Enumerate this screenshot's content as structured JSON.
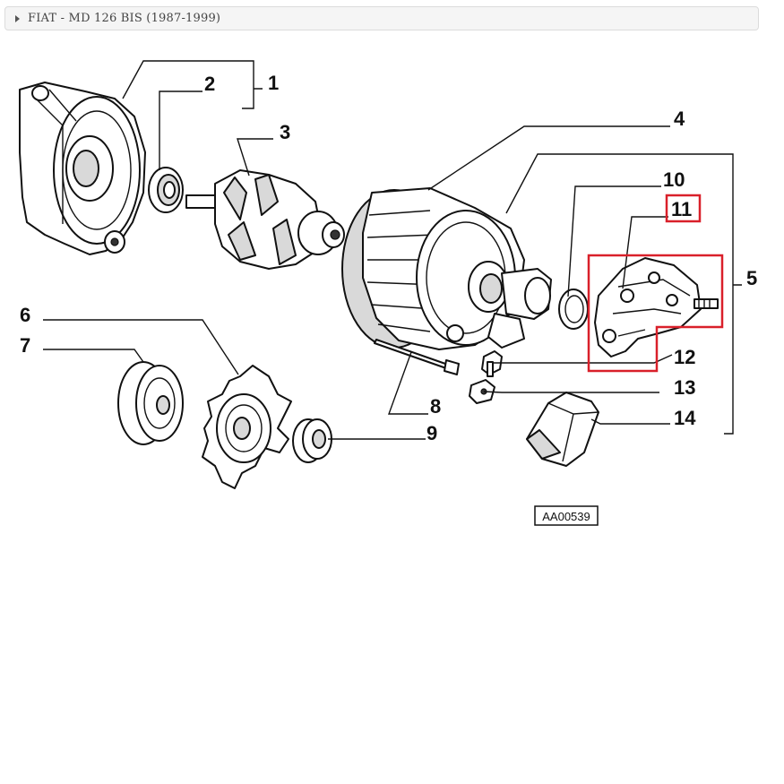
{
  "header": {
    "title": "FIAT - MD 126 BIS (1987-1999)",
    "expander_icon": "triangle-right-icon"
  },
  "diagram": {
    "part_numbers": {
      "p1": "1",
      "p2": "2",
      "p3": "3",
      "p4": "4",
      "p5": "5",
      "p6": "6",
      "p7": "7",
      "p8": "8",
      "p9": "9",
      "p10": "10",
      "p11": "11",
      "p12": "12",
      "p13": "13",
      "p14": "14"
    },
    "drawing_code": "AA00539",
    "highlighted_part": "11",
    "highlight_color": "#d9202a"
  }
}
